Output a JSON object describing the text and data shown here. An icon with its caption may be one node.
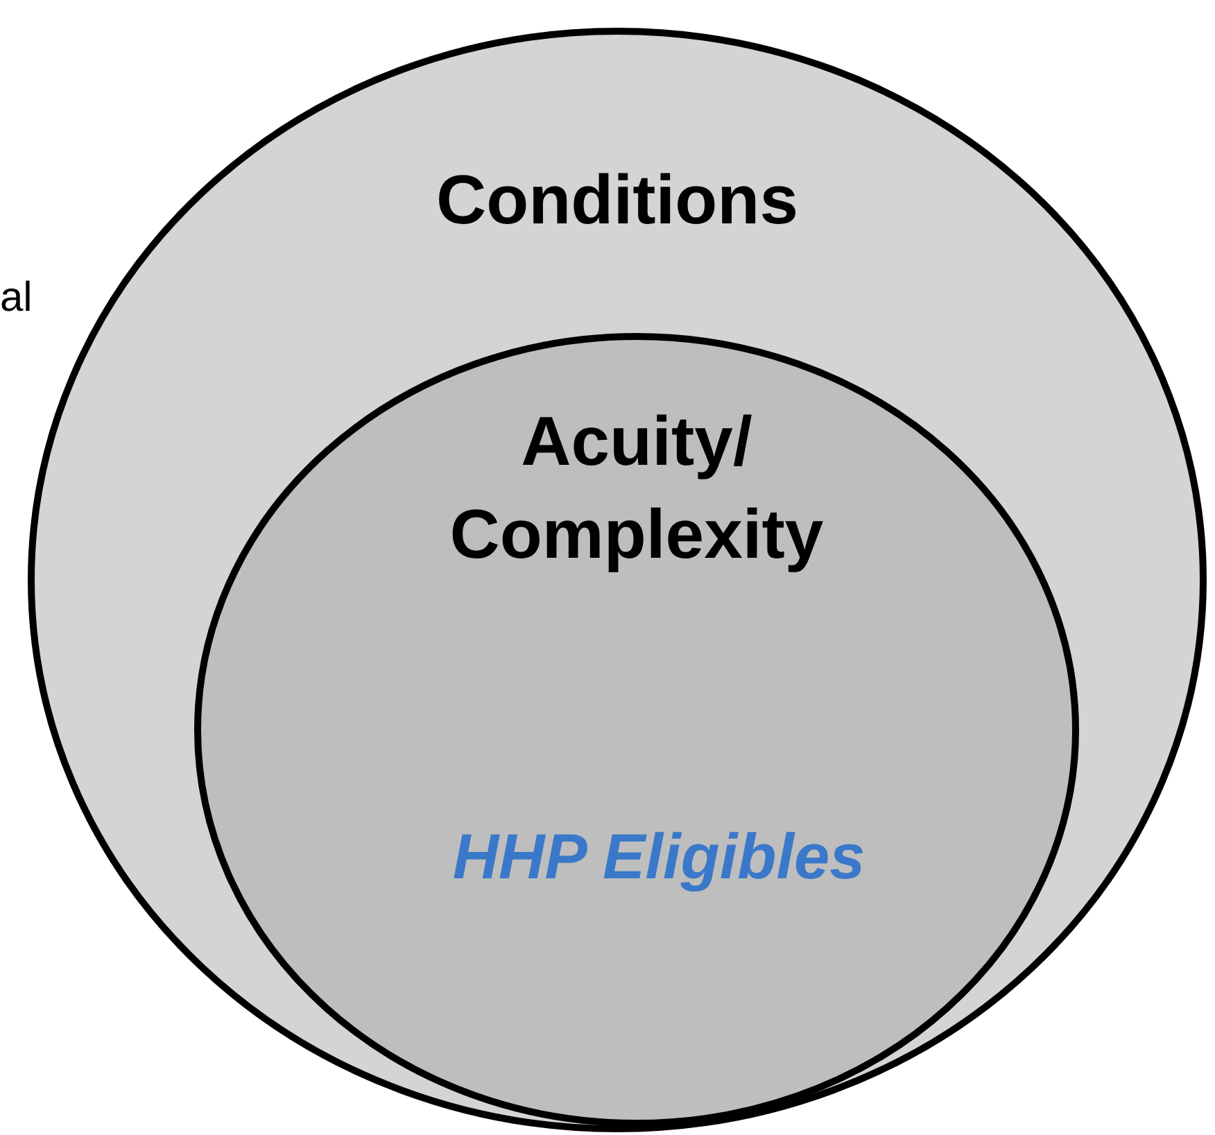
{
  "diagram": {
    "nodes": [
      {
        "text": [
          "Conditions"
        ]
      },
      {
        "text": [
          "Acuity/ Complexity",
          "HHP Eligibles"
        ],
        "in": 0
      }
    ],
    "labels": [
      "al"
    ]
  }
}
